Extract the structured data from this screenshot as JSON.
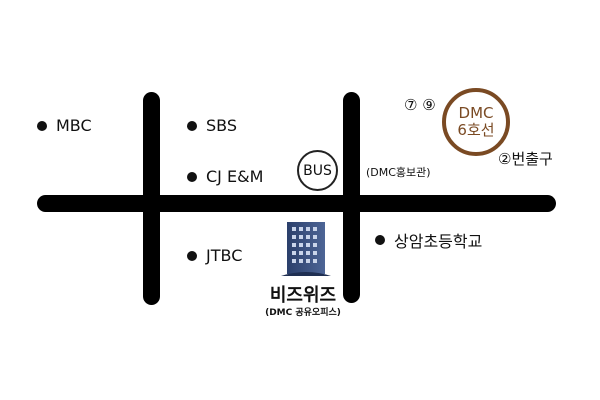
{
  "places": {
    "mbc": "MBC",
    "sbs": "SBS",
    "cjenm": "CJ E&M",
    "jtbc": "JTBC",
    "school": "상암초등학교"
  },
  "bus": {
    "label": "BUS",
    "stop_name": "(DMC홍보관)"
  },
  "subway": {
    "station": "DMC",
    "line": "6호선",
    "line_numbers": "⑦ ⑨",
    "exit": "②번출구",
    "color": "#7a4a23"
  },
  "business": {
    "name": "비즈위즈",
    "subtitle": "(DMC 공유오피스)",
    "icon": "office-building-icon"
  }
}
